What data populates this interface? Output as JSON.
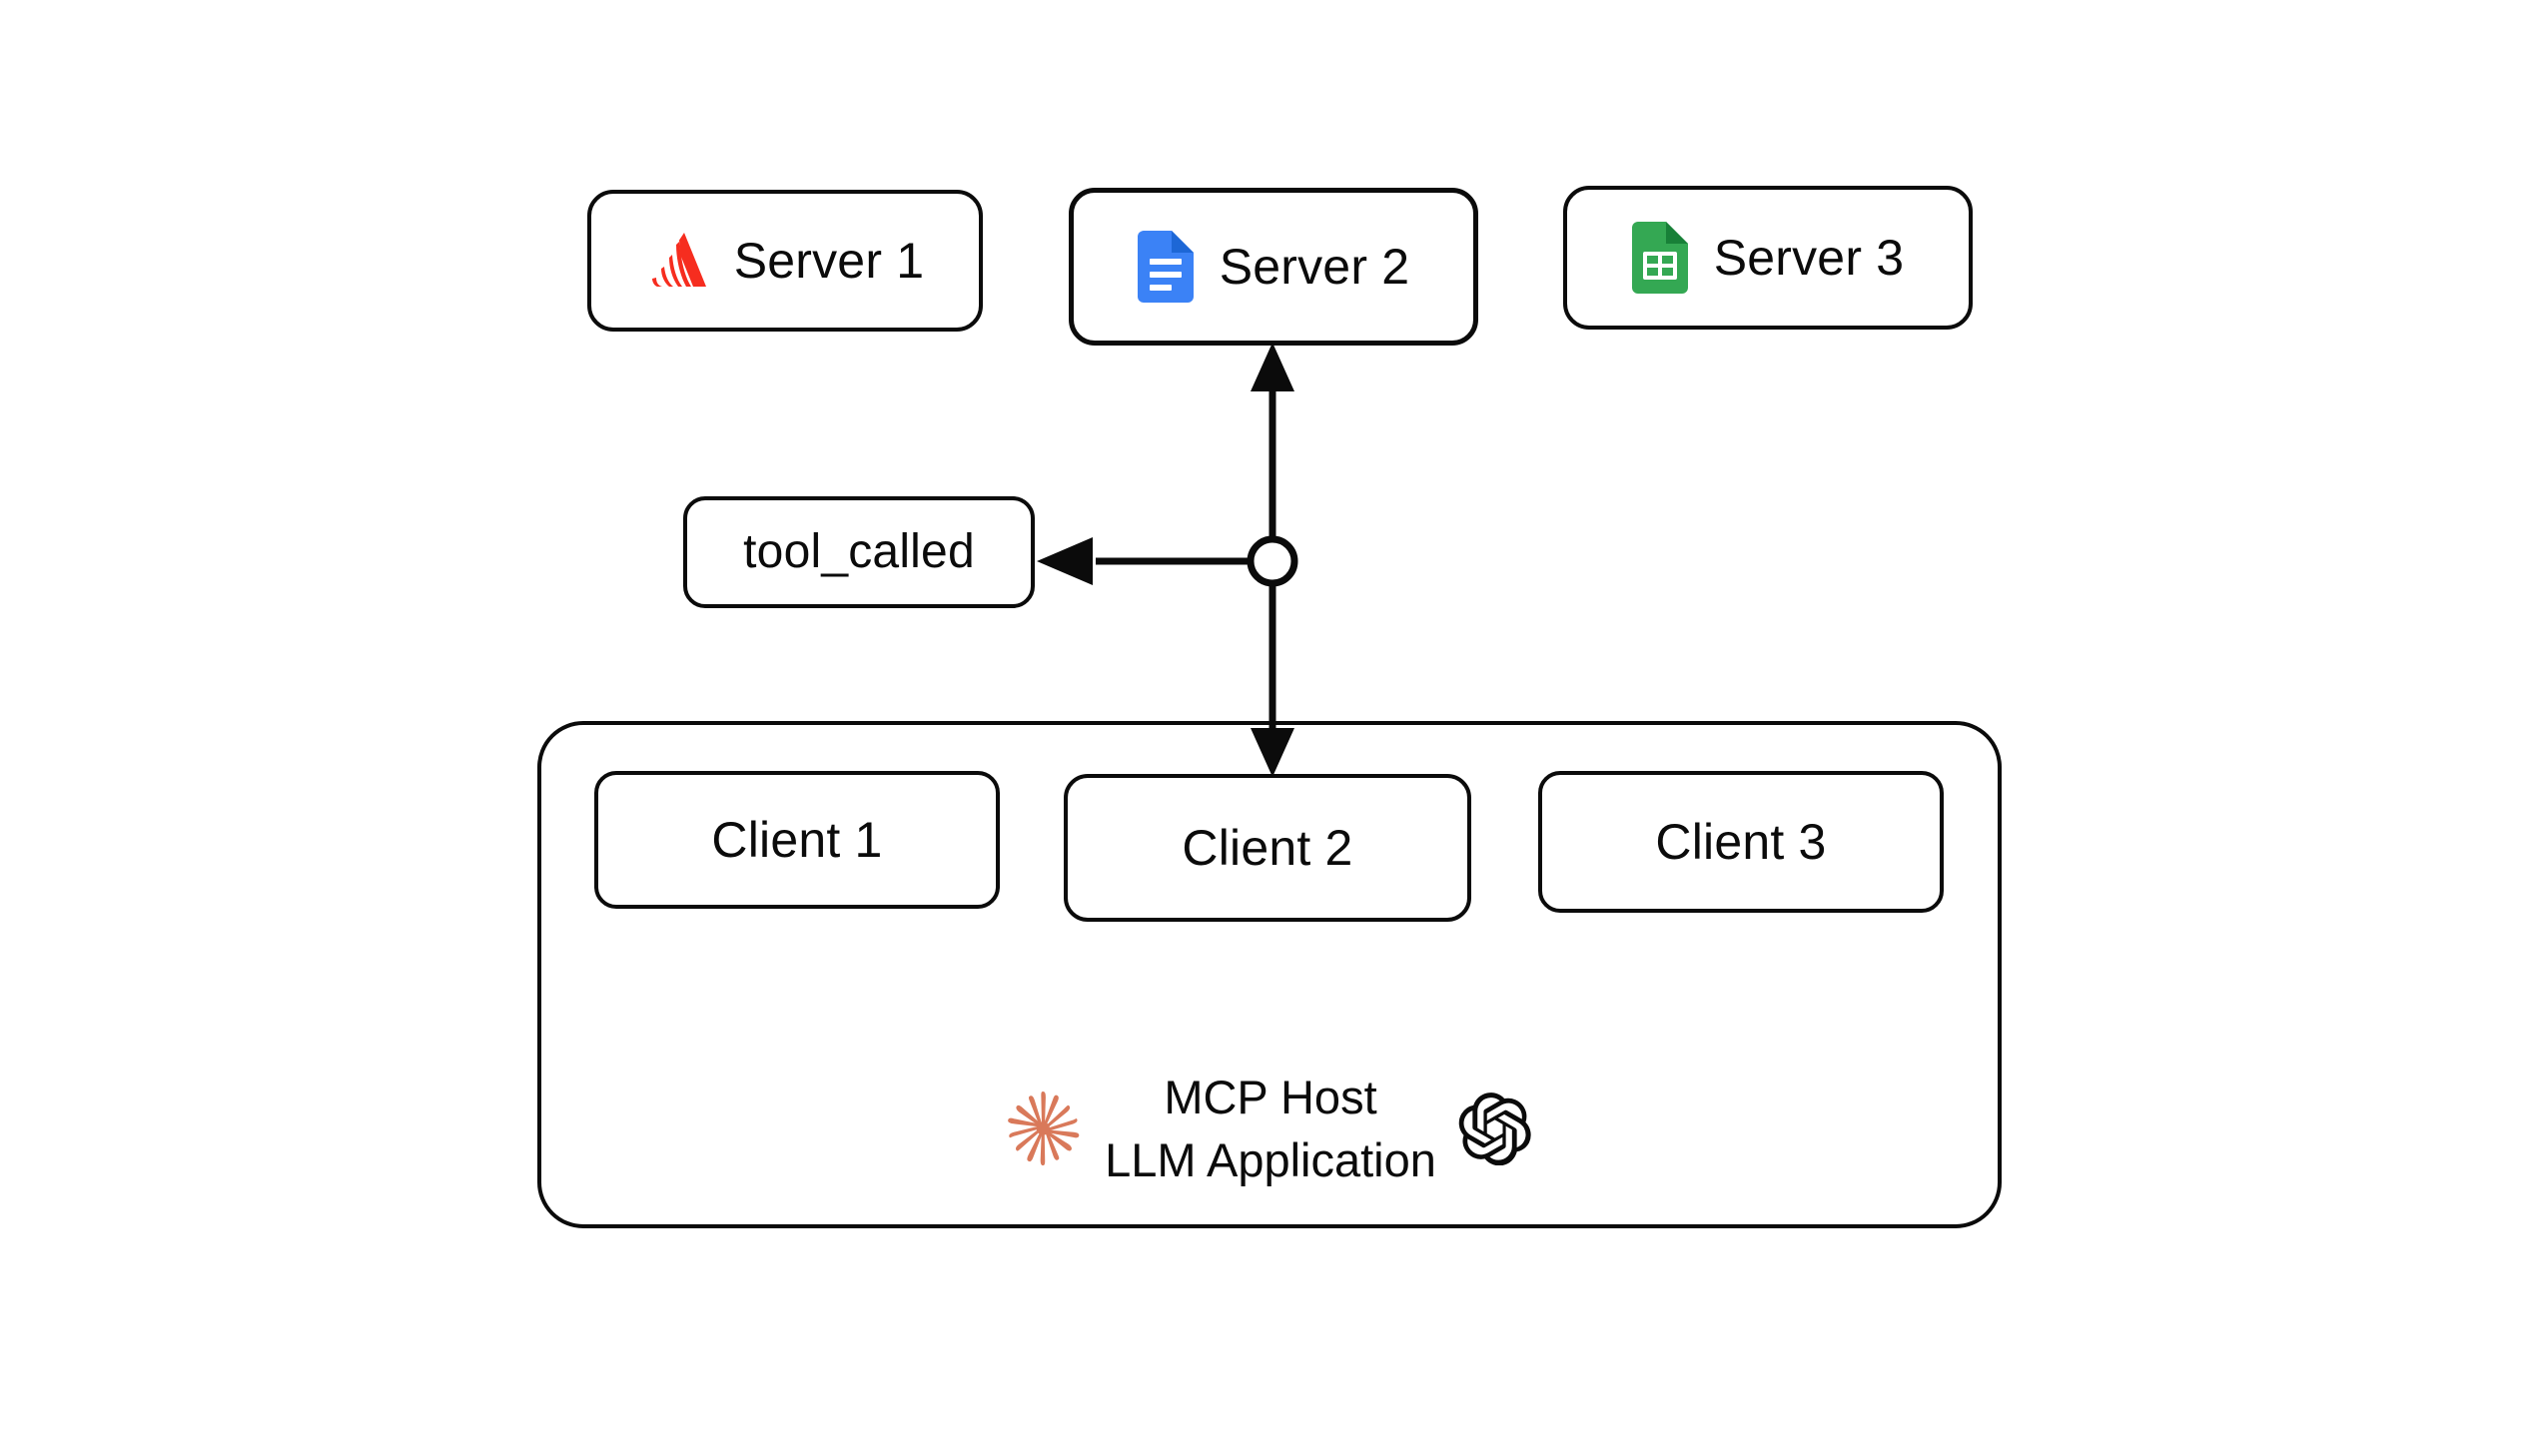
{
  "diagram": {
    "title": "MCP Host / Client / Server architecture",
    "background": "#ffffff",
    "stroke": "#0b0b0b"
  },
  "servers": [
    {
      "id": "server-1",
      "label": "Server 1",
      "icon": "red-triangle-waves-icon",
      "icon_color": "#F62D1F"
    },
    {
      "id": "server-2",
      "label": "Server 2",
      "icon": "google-docs-icon",
      "icon_color": "#3B82F6"
    },
    {
      "id": "server-3",
      "label": "Server 3",
      "icon": "google-sheets-icon",
      "icon_color": "#34A853"
    }
  ],
  "clients": [
    {
      "id": "client-1",
      "label": "Client 1"
    },
    {
      "id": "client-2",
      "label": "Client 2"
    },
    {
      "id": "client-3",
      "label": "Client 3"
    }
  ],
  "event_label": {
    "id": "tool-called",
    "label": "tool_called"
  },
  "host": {
    "line1": "MCP Host",
    "line2": "LLM Application",
    "left_icon": "anthropic-sunburst-icon",
    "left_icon_color": "#D9795A",
    "right_icon": "openai-knot-icon",
    "right_icon_color": "#0b0b0b"
  },
  "connectors": {
    "junction": "hollow-circle-junction",
    "up_arrow_target": "Server 2",
    "down_arrow_target": "Client 2",
    "left_arrow_target": "tool_called"
  }
}
